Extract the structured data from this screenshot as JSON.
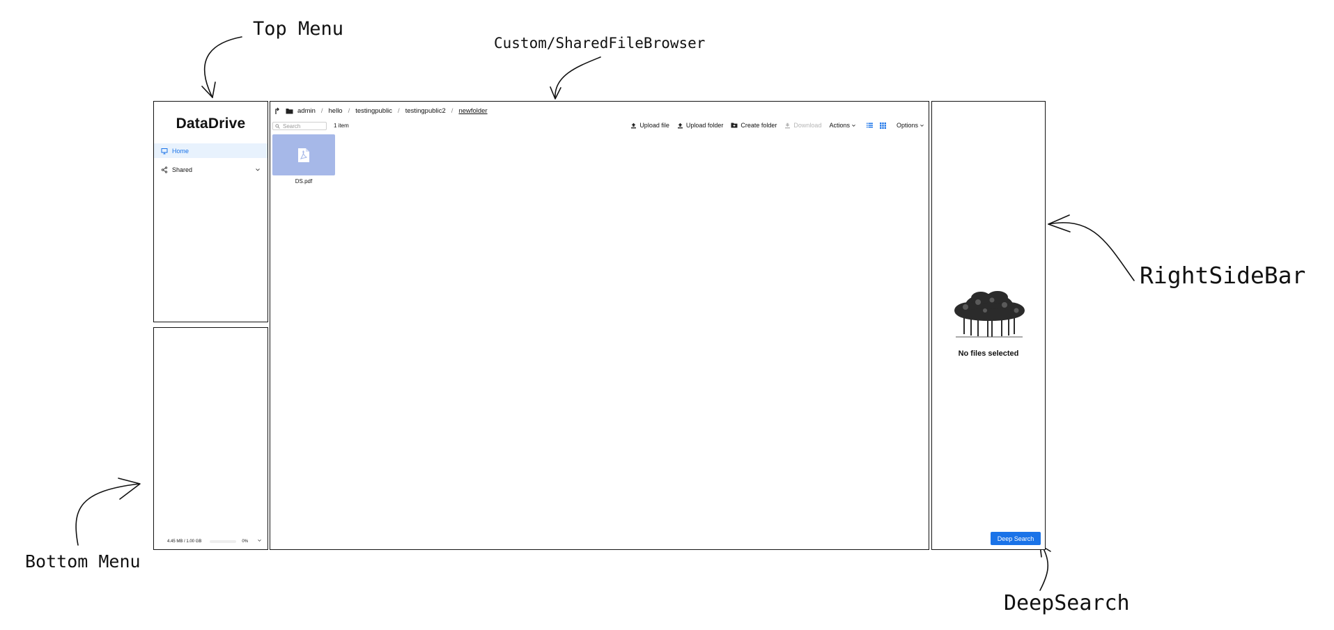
{
  "annotations": {
    "top_menu": "Top Menu",
    "file_browser": "Custom/SharedFileBrowser",
    "right_sidebar": "RightSideBar",
    "bottom_menu": "Bottom Menu",
    "deep_search": "DeepSearch"
  },
  "top_menu": {
    "logo": "DataDrive",
    "items": [
      {
        "label": "Home",
        "icon": "monitor-icon",
        "active": true
      },
      {
        "label": "Shared",
        "icon": "share-icon",
        "active": false,
        "expandable": true
      }
    ]
  },
  "bottom_menu": {
    "storage_text": "4.45 MB / 1.00 GB",
    "percent_text": "0%",
    "usage_fraction": 0.0
  },
  "file_browser": {
    "breadcrumbs": [
      "admin",
      "hello",
      "testingpublic",
      "testingpublic2",
      "newfolder"
    ],
    "search_placeholder": "Search",
    "item_count": "1 item",
    "toolbar": {
      "upload_file": "Upload file",
      "upload_folder": "Upload folder",
      "create_folder": "Create folder",
      "download": "Download",
      "actions": "Actions",
      "options": "Options"
    },
    "files": [
      {
        "name": "DS.pdf",
        "icon": "pdf-file-icon"
      }
    ]
  },
  "right_sidebar": {
    "empty_message": "No files selected",
    "deep_search_label": "Deep Search"
  },
  "colors": {
    "accent": "#1a73e8",
    "active_bg": "#e8f2fd",
    "file_tile": "#a6b8e8",
    "outline": "#111111"
  }
}
